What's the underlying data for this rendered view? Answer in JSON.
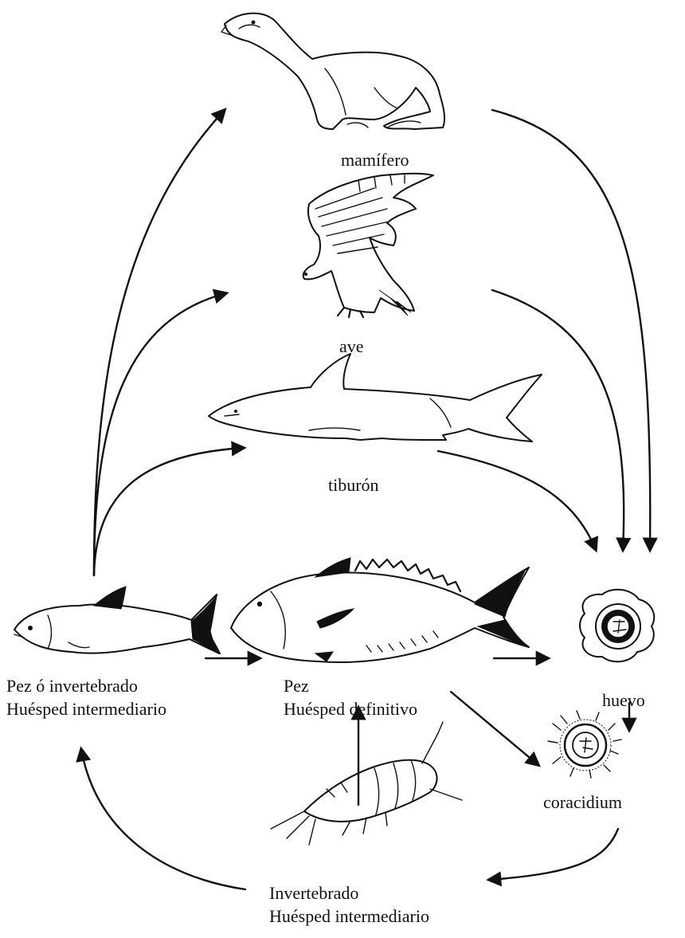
{
  "labels": {
    "mammal": "mamífero",
    "bird": "ave",
    "shark": "tiburón",
    "fish_intermediate": {
      "line1": "Pez ó invertebrado",
      "line2": "Huésped intermediario"
    },
    "fish_definitive": {
      "line1": "Pez",
      "line2": "Huésped definitivo"
    },
    "egg": "huevo",
    "coracidium": "coracidium",
    "invertebrate": {
      "line1": "Invertebrado",
      "line2": "Huésped intermediario"
    }
  },
  "colors": {
    "ink": "#111111",
    "background": "#ffffff"
  }
}
